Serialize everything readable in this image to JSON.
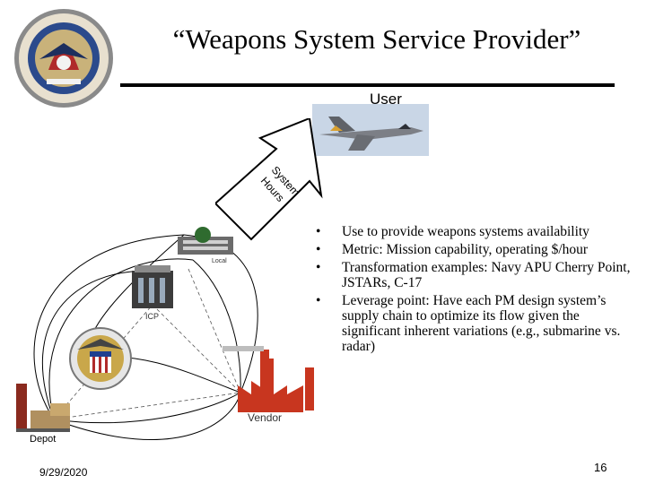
{
  "title": "“Weapons System Service Provider”",
  "user_label": "User",
  "arrow_text": {
    "line1": "System",
    "line2": "Hours"
  },
  "bullets": [
    "Use to provide weapons systems availability",
    "Metric: Mission capability, operating $/hour",
    "Transformation examples: Navy APU Cherry Point, JSTARs, C-17",
    "Leverage point:  Have each PM design system’s supply chain to optimize its flow given the significant inherent variations (e.g., submarine vs. radar)"
  ],
  "bullet_marker": "•",
  "nodes": {
    "icp": "ICP",
    "vendor": "Vendor",
    "depot": "Depot",
    "local": "Local"
  },
  "footer": {
    "date": "9/29/2020",
    "page": "16"
  },
  "colors": {
    "accent_red": "#c0392b",
    "seal_blue": "#1f3f8f",
    "sky": "#c9d6e6"
  }
}
